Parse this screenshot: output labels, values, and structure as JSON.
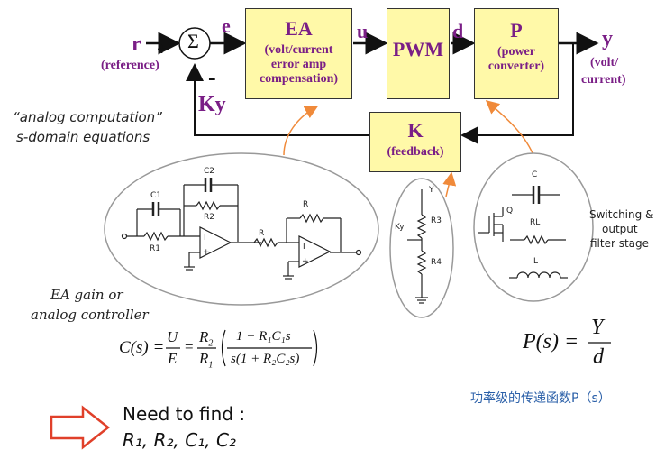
{
  "loop": {
    "r_label": "r",
    "r_sub": "(reference)",
    "plus": "+",
    "minus": "-",
    "sum_symbol": "Σ",
    "e_label": "e",
    "ky_label": "Ky",
    "u_label": "u",
    "d_label": "d",
    "y_label": "y",
    "y_sub_1": "(volt/",
    "y_sub_2": "current)"
  },
  "blocks": {
    "ea": {
      "title": "EA",
      "lines": [
        "(volt/current",
        "error amp",
        "compensation)"
      ]
    },
    "pwm": {
      "title": "PWM"
    },
    "p": {
      "title": "P",
      "lines": [
        "(power",
        "converter)"
      ]
    },
    "k": {
      "title": "K",
      "lines": [
        "(feedback)"
      ]
    }
  },
  "notes": {
    "analog_1": "“analog computation”",
    "analog_2": "s-domain equations",
    "ea_gain_1": "EA gain or",
    "ea_gain_2": "analog controller",
    "switching_1": "Switching &",
    "switching_2": "output",
    "switching_3": "filter stage"
  },
  "circuit_ea": {
    "c2": "C2",
    "c1": "C1",
    "r2": "R2",
    "r1": "R1",
    "r": "R",
    "r_top": "R"
  },
  "circuit_k": {
    "y": "Y",
    "r3": "R3",
    "ky": "Ky",
    "r4": "R4"
  },
  "circuit_p": {
    "c": "C",
    "q": "Q",
    "rl": "RL",
    "l": "L"
  },
  "equations": {
    "cs_lhs": "C(s) =",
    "cs_num1": "U",
    "cs_den1": "E",
    "cs_eq": "=",
    "cs_num2": "R",
    "cs_num2_sub": "2",
    "cs_den2": "R",
    "cs_den2_sub": "1",
    "cs_num3": "1 + R₁C₁s",
    "cs_den3": "s(1 + R₂C₂s)",
    "ps_lhs": "P(s) =",
    "ps_num": "Y",
    "ps_den": "d"
  },
  "chinese_label": "功率级的传递函数P（s）",
  "need": {
    "line1": "Need to find :",
    "line2": "R₁, R₂, C₁, C₂"
  },
  "colors": {
    "block_fill": "#fff9a8",
    "label_purple": "#7a1e86",
    "orange_arrow": "#f08a3a",
    "chinese_blue": "#2a5fa8"
  }
}
